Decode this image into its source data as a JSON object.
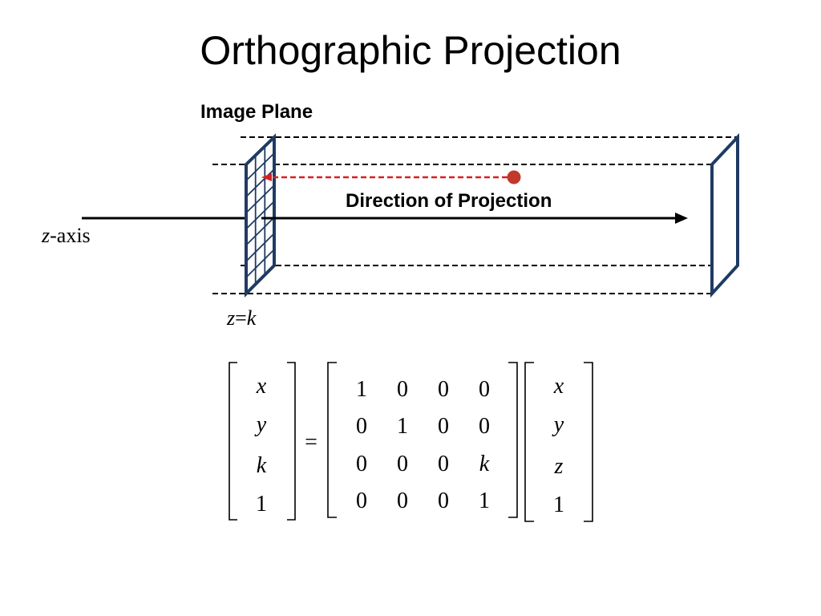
{
  "title": "Orthographic Projection",
  "diagram": {
    "image_plane_label": "Image Plane",
    "direction_label": "Direction of Projection",
    "z_axis_label": {
      "var": "z",
      "rest": "-axis"
    },
    "plane_eq_label": {
      "lhs": "z",
      "eq": "=",
      "rhs": "k"
    },
    "colors": {
      "plane": "#1f3b63",
      "arrow": "#000000",
      "projection": "#d62020",
      "dashes": "#000000"
    }
  },
  "equation": {
    "lhs_vector": [
      "x",
      "y",
      "k",
      "1"
    ],
    "equals": "=",
    "matrix": [
      [
        "1",
        "0",
        "0",
        "0"
      ],
      [
        "0",
        "1",
        "0",
        "0"
      ],
      [
        "0",
        "0",
        "0",
        "k"
      ],
      [
        "0",
        "0",
        "0",
        "1"
      ]
    ],
    "rhs_vector": [
      "x",
      "y",
      "z",
      "1"
    ]
  }
}
